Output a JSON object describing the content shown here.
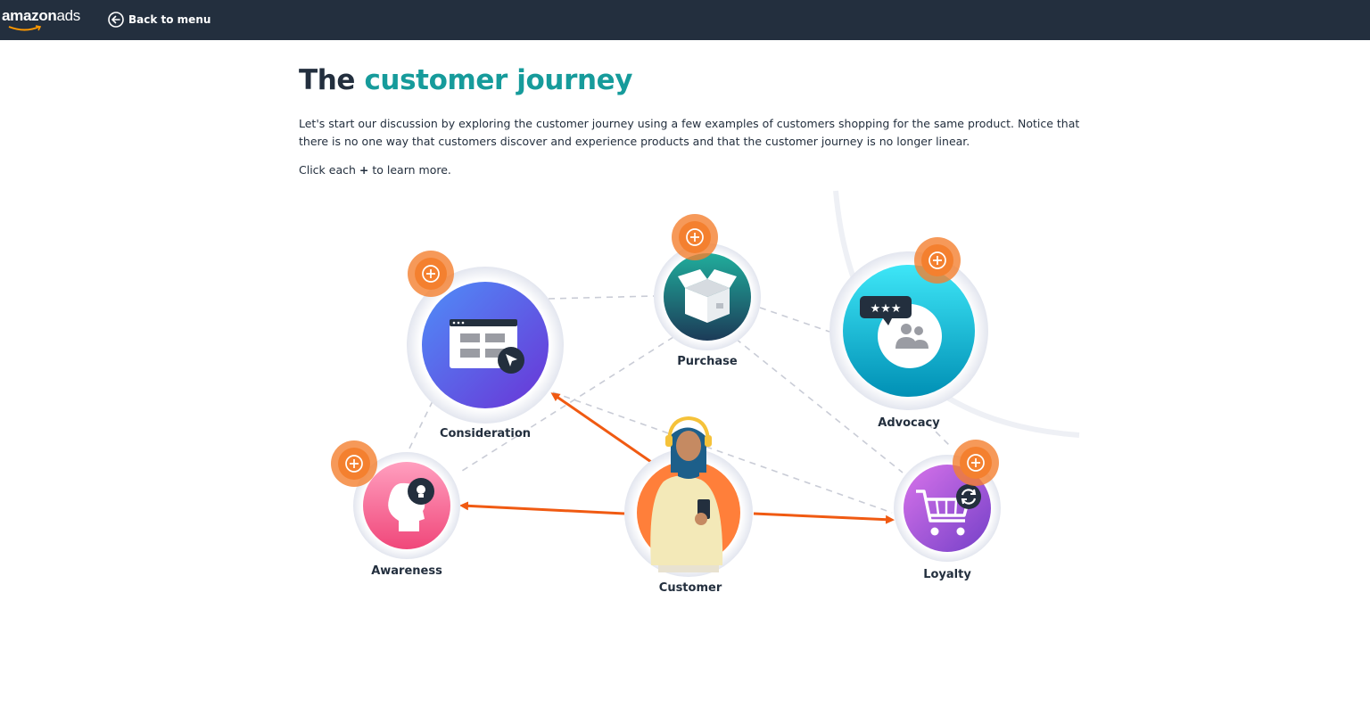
{
  "header": {
    "logo_primary": "amazon",
    "logo_secondary": "ads",
    "back_label": "Back to menu"
  },
  "page": {
    "title_part1": "The",
    "title_part2": "customer journey",
    "description": "Let's start our discussion by exploring the customer journey using a few examples of customers shopping for the same product. Notice that there is no one way that customers discover and experience products and that the customer journey is no longer linear.",
    "instruction_prefix": "Click each",
    "instruction_plus": "+",
    "instruction_suffix": "to learn more."
  },
  "nodes": {
    "consideration": {
      "label": "Consideration",
      "icon": "web-browser-cursor-icon"
    },
    "purchase": {
      "label": "Purchase",
      "icon": "box-icon"
    },
    "advocacy": {
      "label": "Advocacy",
      "icon": "review-stars-people-icon"
    },
    "awareness": {
      "label": "Awareness",
      "icon": "head-lightbulb-icon"
    },
    "customer": {
      "label": "Customer",
      "icon": "customer-photo"
    },
    "loyalty": {
      "label": "Loyalty",
      "icon": "cart-refresh-icon"
    }
  },
  "colors": {
    "header_bg": "#232f3e",
    "title_accent": "#169b9b",
    "plus_button": "#f4802f",
    "arrow": "#f05a12",
    "consideration_gradient": [
      "#5b7cf6",
      "#6a34d6"
    ],
    "purchase_gradient": [
      "#1fa89a",
      "#1c3b58"
    ],
    "advocacy_gradient": [
      "#2fe0f5",
      "#0090b5"
    ],
    "awareness_gradient": [
      "#ff8fb0",
      "#f0477a"
    ],
    "loyalty_gradient": [
      "#d06de8",
      "#7a3fc9"
    ],
    "customer_bg": "#ff7f3a"
  }
}
